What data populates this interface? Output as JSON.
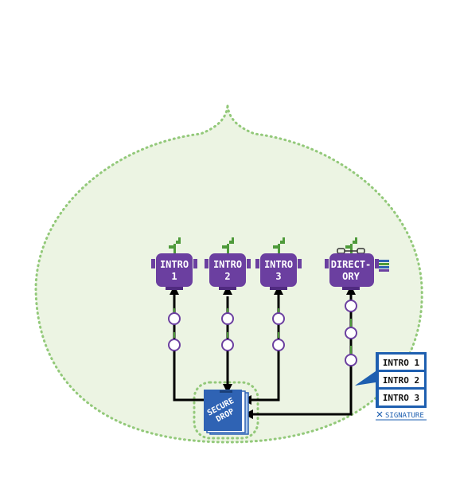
{
  "colors": {
    "blob_fill": "#ecf4e3",
    "blob_stroke": "#93c97a",
    "node_fill": "#6b3fa0",
    "node_dark": "#4f2a7f",
    "sprout": "#4e9a3a",
    "drop_blue": "#2f63b4",
    "drop_light": "#a9c7ec",
    "list_border": "#1e5fb0",
    "arrow": "#000000",
    "bead_stroke": "#6b3fa0",
    "bead_fill": "#ffffff"
  },
  "nodes": [
    {
      "id": "intro1",
      "line1": "INTRO",
      "line2": "1",
      "icon": "sprout-icon"
    },
    {
      "id": "intro2",
      "line1": "INTRO",
      "line2": "2",
      "icon": "sprout-icon"
    },
    {
      "id": "intro3",
      "line1": "INTRO",
      "line2": "3",
      "icon": "sprout-icon"
    },
    {
      "id": "directory",
      "line1": "DIRECT-",
      "line2": "ORY",
      "icon": "sprout-icon"
    }
  ],
  "secure_drop": {
    "line1": "SECURE",
    "line2": "DROP"
  },
  "directory_list": [
    "INTRO 1",
    "INTRO 2",
    "INTRO 3"
  ],
  "signature": {
    "icon": "signature-icon",
    "label": "SIGNATURE"
  }
}
